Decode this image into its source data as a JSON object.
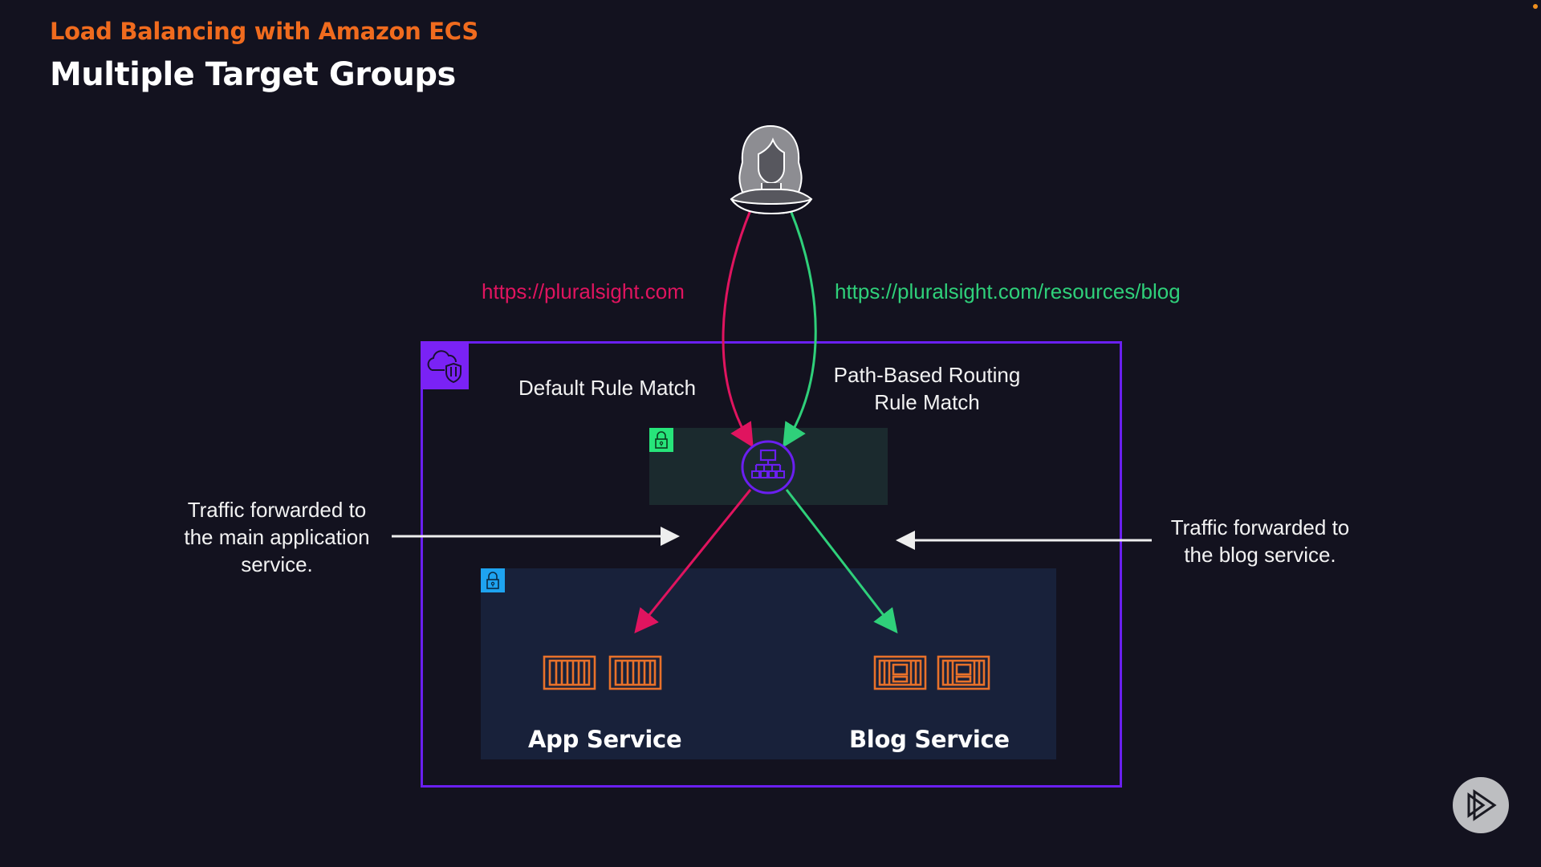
{
  "header": {
    "subtitle": "Load Balancing with Amazon ECS",
    "title": "Multiple Target Groups"
  },
  "colors": {
    "background": "#13121f",
    "accent_orange": "#f06b1e",
    "default_route": "#e0145f",
    "blog_route": "#2fd07a",
    "vpc_border": "#6a1ff0",
    "alb_subnet": "#1b2a2e",
    "app_subnet": "#18213a",
    "container_orange": "#e8712a"
  },
  "diagram": {
    "user": {
      "icon": "user-icon"
    },
    "routes": {
      "default_url": "https://pluralsight.com",
      "blog_url": "https://pluralsight.com/resources/blog"
    },
    "rules": {
      "default_rule": "Default Rule Match",
      "path_rule_line1": "Path-Based Routing",
      "path_rule_line2": "Rule Match"
    },
    "vpc": {
      "icon": "cloud-shield-icon"
    },
    "load_balancer": {
      "icon": "load-balancer-icon",
      "subnet_icon": "lock-icon"
    },
    "services": {
      "subnet_icon": "lock-icon",
      "app": {
        "label": "App Service",
        "containers": 2,
        "icon": "container-icon"
      },
      "blog": {
        "label": "Blog Service",
        "containers": 2,
        "icon": "container-app-icon"
      }
    },
    "annotations": {
      "left_line1": "Traffic forwarded to",
      "left_line2": "the main application",
      "left_line3": "service.",
      "right_line1": "Traffic forwarded to",
      "right_line2": "the blog service."
    }
  },
  "player": {
    "icon": "pluralsight-play-icon"
  }
}
